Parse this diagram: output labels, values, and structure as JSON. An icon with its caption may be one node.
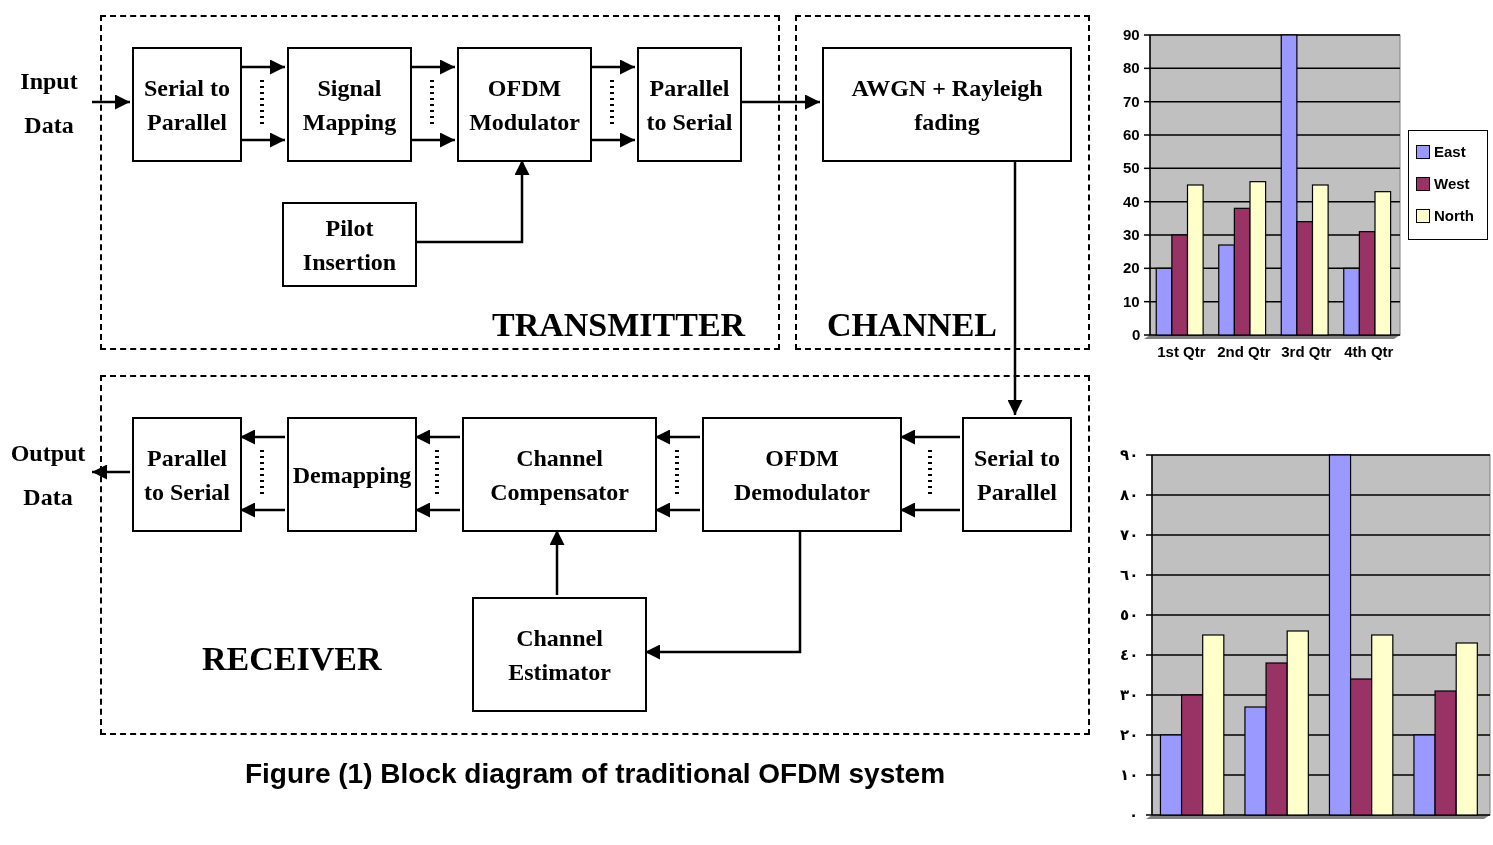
{
  "diagram": {
    "caption": "Figure (1) Block diagram of traditional OFDM system",
    "nodes": [
      {
        "text": [
          "TRANSMITTER"
        ]
      },
      {
        "text": [
          "Input Data"
        ]
      },
      {
        "text": [
          "Serial to Parallel"
        ],
        "in": 0
      },
      {
        "text": [
          "Signal Mapping"
        ],
        "in": 0
      },
      {
        "text": [
          "OFDM Modulator"
        ],
        "in": 0
      },
      {
        "text": [
          "Parallel to Serial"
        ],
        "in": 0
      },
      {
        "text": [
          "Pilot Insertion"
        ],
        "in": 0
      },
      {
        "text": [
          "CHANNEL"
        ]
      },
      {
        "text": [
          "AWGN + Rayleigh fading"
        ],
        "in": 7
      },
      {
        "text": [
          "RECEIVER"
        ]
      },
      {
        "text": [
          "Serial to Parallel"
        ],
        "in": 9
      },
      {
        "text": [
          "OFDM Demodulator"
        ],
        "in": 9
      },
      {
        "text": [
          "Channel Compensator"
        ],
        "in": 9
      },
      {
        "text": [
          "Demapping"
        ],
        "in": 9
      },
      {
        "text": [
          "Parallel to Serial"
        ],
        "in": 9
      },
      {
        "text": [
          "Channel Estimator"
        ],
        "in": 9
      },
      {
        "text": [
          "Output Data"
        ]
      }
    ],
    "edges": [
      {
        "from": 1,
        "to": 2,
        "arrow": "to"
      },
      {
        "from": 2,
        "to": 3,
        "arrow": "to"
      },
      {
        "from": 2,
        "to": 3,
        "arrow": "to"
      },
      {
        "from": 3,
        "to": 4,
        "arrow": "to"
      },
      {
        "from": 3,
        "to": 4,
        "arrow": "to"
      },
      {
        "from": 4,
        "to": 5,
        "arrow": "to"
      },
      {
        "from": 4,
        "to": 5,
        "arrow": "to"
      },
      {
        "from": 5,
        "to": 8,
        "arrow": "to"
      },
      {
        "from": 6,
        "to": 4,
        "arrow": "to"
      },
      {
        "from": 8,
        "to": 10,
        "arrow": "to"
      },
      {
        "from": 10,
        "to": 11,
        "arrow": "to"
      },
      {
        "from": 10,
        "to": 11,
        "arrow": "to"
      },
      {
        "from": 11,
        "to": 12,
        "arrow": "to"
      },
      {
        "from": 11,
        "to": 12,
        "arrow": "to"
      },
      {
        "from": 12,
        "to": 13,
        "arrow": "to"
      },
      {
        "from": 12,
        "to": 13,
        "arrow": "to"
      },
      {
        "from": 13,
        "to": 14,
        "arrow": "to"
      },
      {
        "from": 13,
        "to": 14,
        "arrow": "to"
      },
      {
        "from": 14,
        "to": 16,
        "arrow": "to"
      },
      {
        "from": 11,
        "to": 15,
        "arrow": "to"
      },
      {
        "from": 15,
        "to": 12,
        "arrow": "to"
      }
    ],
    "labels": [
      "٩٠",
      "٨٠",
      "٧٠",
      "٦٠",
      "٥٠",
      "٤٠",
      "٣٠",
      "٢٠",
      "١٠",
      "٠"
    ],
    "chart_data": {
      "type": "bar",
      "categories": [
        "1st Qtr",
        "2nd Qtr",
        "3rd Qtr",
        "4th Qtr"
      ],
      "series": [
        {
          "name": "East",
          "color": "#9999ff",
          "values": [
            20,
            27,
            90,
            20
          ]
        },
        {
          "name": "West",
          "color": "#993366",
          "values": [
            30,
            38,
            34,
            31
          ]
        },
        {
          "name": "North",
          "color": "#ffffcc",
          "values": [
            45,
            46,
            45,
            43
          ]
        }
      ],
      "grid": true,
      "legend": "right",
      "ylim": [
        0,
        90
      ],
      "yticks": [
        0,
        10,
        20,
        30,
        40,
        50,
        60,
        70,
        80,
        90
      ]
    }
  }
}
